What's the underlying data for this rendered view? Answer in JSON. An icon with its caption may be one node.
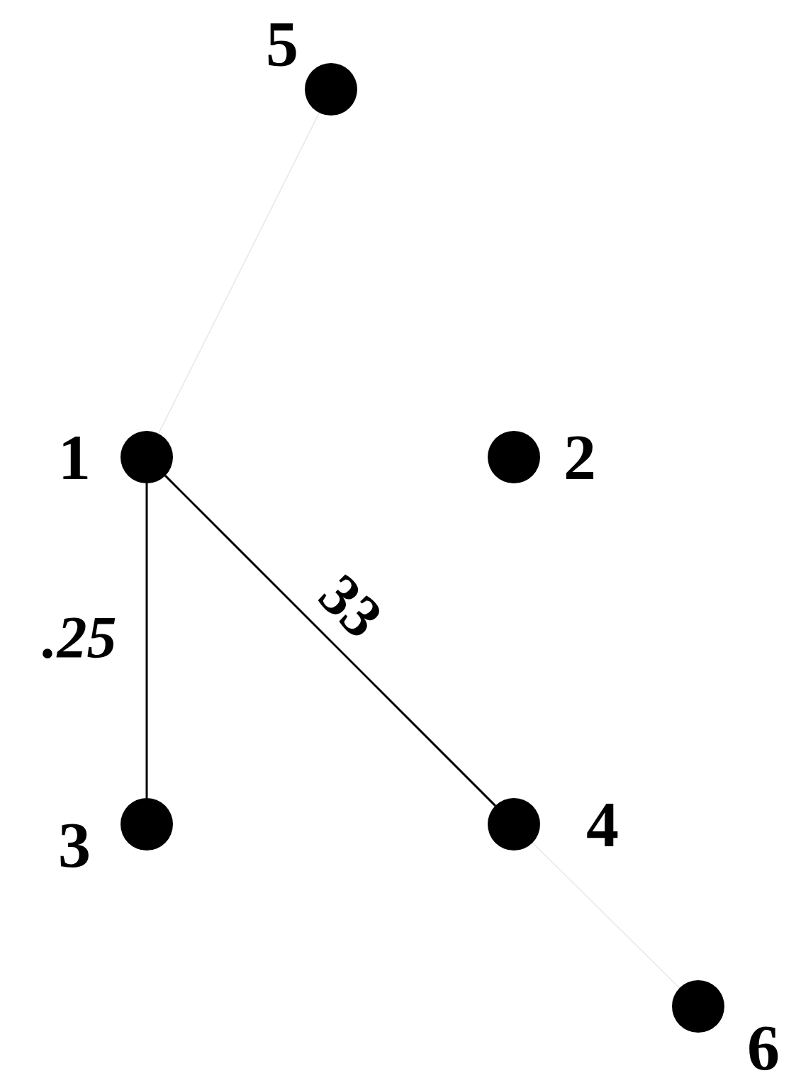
{
  "diagram": {
    "nodes": [
      {
        "text": [],
        "shape": "circle",
        "beside": [
          "5"
        ]
      },
      {
        "text": [],
        "shape": "circle",
        "beside": [
          "1"
        ]
      },
      {
        "text": [],
        "shape": "circle",
        "beside": [
          "2"
        ]
      },
      {
        "text": [],
        "shape": "circle",
        "beside": [
          "3"
        ]
      },
      {
        "text": [],
        "shape": "circle",
        "beside": [
          "4"
        ]
      },
      {
        "text": [],
        "shape": "circle",
        "beside": [
          "6"
        ]
      }
    ],
    "edges": [
      {
        "from": 1,
        "to": 0,
        "arrow": "none",
        "color": "#e8e8e8"
      },
      {
        "from": 1,
        "to": 3,
        "arrow": "none",
        "label": ".25",
        "color": "#000000"
      },
      {
        "from": 1,
        "to": 4,
        "arrow": "none",
        "label": "33",
        "color": "#000000"
      },
      {
        "from": 4,
        "to": 5,
        "arrow": "none",
        "color": "#e8e8e8"
      }
    ]
  }
}
